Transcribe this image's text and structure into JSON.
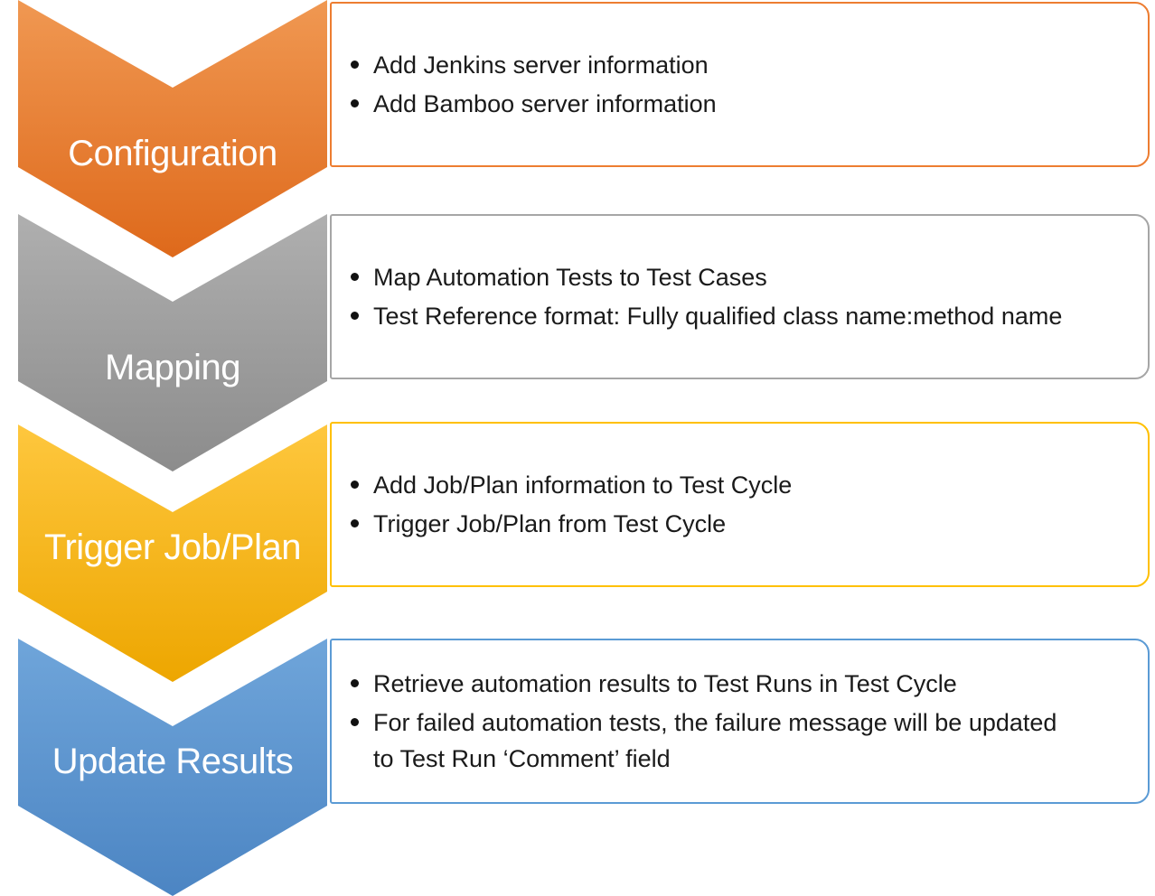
{
  "diagram": {
    "type": "vertical-chevron-process-list",
    "background_color": "#FFFFFF",
    "text_color": "#1A1A1A",
    "label_text_color": "#FFFFFF"
  },
  "steps": [
    {
      "label": "Configuration",
      "chevron_color_light": "#F09852",
      "chevron_color_dark": "#DE691B",
      "box_border_color": "#ED7D31",
      "bullets": [
        "Add Jenkins server information",
        "Add Bamboo server information"
      ]
    },
    {
      "label": "Mapping",
      "chevron_color_light": "#AFAFAF",
      "chevron_color_dark": "#8C8C8C",
      "box_border_color": "#A6A6A6",
      "bullets": [
        "Map Automation Tests to Test Cases",
        "Test Reference format: Fully qualified class name:method name"
      ]
    },
    {
      "label": "Trigger Job/Plan",
      "chevron_color_light": "#FEC73E",
      "chevron_color_dark": "#EDA600",
      "box_border_color": "#FFC000",
      "bullets": [
        "Add Job/Plan information to Test Cycle",
        "Trigger Job/Plan from Test Cycle"
      ]
    },
    {
      "label": "Update Results",
      "chevron_color_light": "#6FA5DA",
      "chevron_color_dark": "#4C85C3",
      "box_border_color": "#5B9BD5",
      "bullets": [
        "Retrieve automation results to Test Runs in Test Cycle",
        "For failed automation tests, the failure message will be updated to Test Run ‘Comment’ field"
      ]
    }
  ]
}
